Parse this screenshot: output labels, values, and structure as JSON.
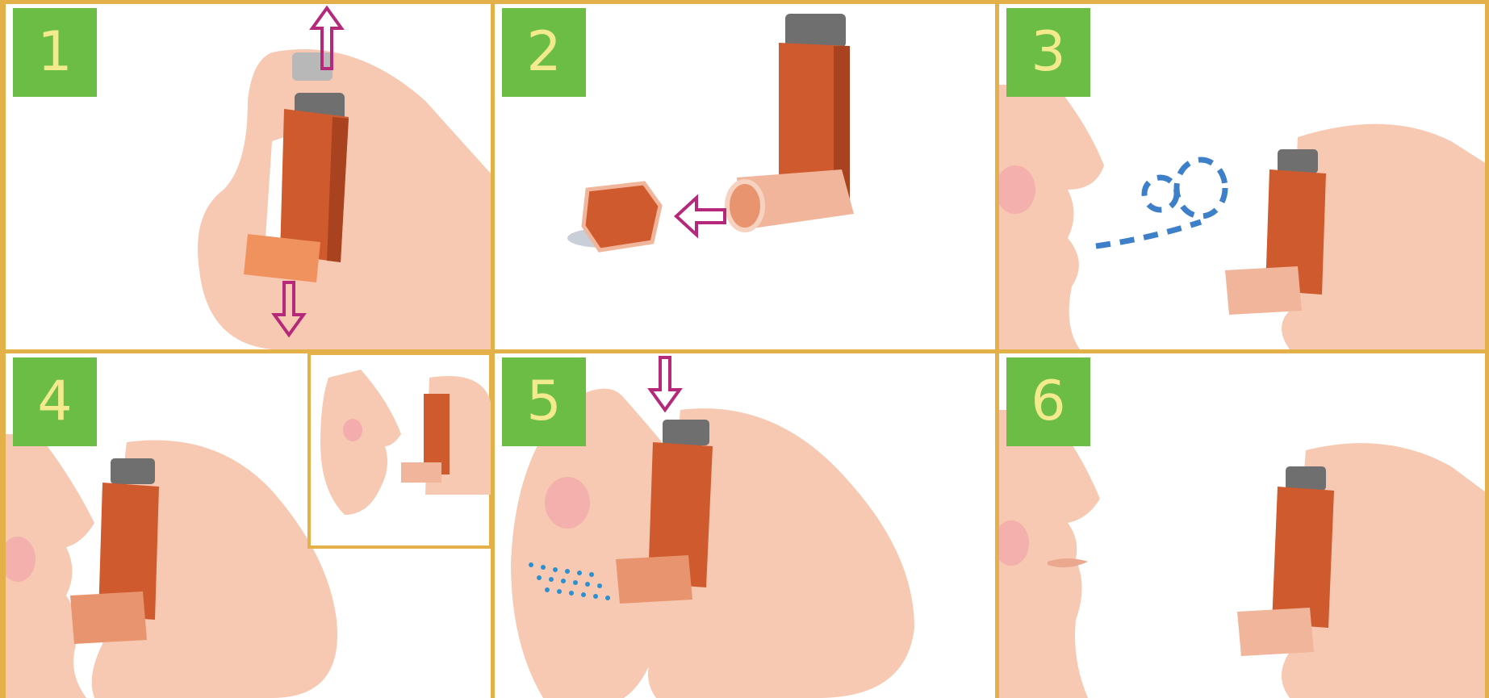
{
  "colors": {
    "border": "#e3b04a",
    "badge_bg": "#6cbd45",
    "badge_text": "#f3ea8e",
    "inhaler_body": "#cf5a2e",
    "inhaler_shade": "#a9431f",
    "cap_metal": "#6f6f6f",
    "skin": "#f7c9b3",
    "skin_shade": "#eaa98e",
    "arrow": "#b5287a",
    "breath": "#3d7fc8",
    "spray": "#2c8fd0",
    "cheek": "#f29aa8"
  },
  "steps": [
    {
      "number": "1"
    },
    {
      "number": "2"
    },
    {
      "number": "3"
    },
    {
      "number": "4"
    },
    {
      "number": "5"
    },
    {
      "number": "6"
    }
  ]
}
